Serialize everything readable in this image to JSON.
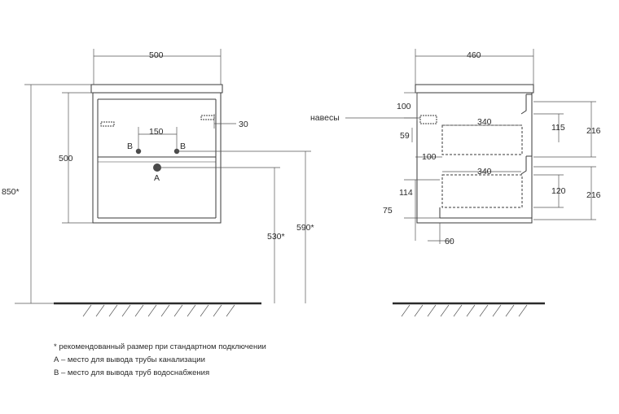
{
  "front_view": {
    "width": "500",
    "height": "500",
    "total_height": "850*",
    "pipe_spacing": "150",
    "hinge_offset": "30",
    "drain_height": "530*",
    "water_height": "590*",
    "label_drain": "A",
    "label_water_left": "B",
    "label_water_right": "B"
  },
  "side_view": {
    "width": "460",
    "hinges_label": "навесы",
    "hinge_top": "100",
    "shelf_depth_top": "340",
    "hinge_gap": "59",
    "top_drawer_gap": "115",
    "top_drawer_height": "216",
    "hinge_mid": "100",
    "shelf_depth_bottom": "340",
    "bottom_gap": "114",
    "bottom_drawer_gap": "120",
    "bottom_drawer_height": "216",
    "plinth": "75",
    "recess": "60"
  },
  "notes": [
    "* рекомендованный размер при стандартном подключении",
    "А – место для вывода трубы канализации",
    "В – место для вывода труб водоснабжения"
  ],
  "colors": {
    "line": "#3a3a3a",
    "dim": "#555555",
    "pipe": "#4a4a4a",
    "floor": "#2a2a2a"
  }
}
